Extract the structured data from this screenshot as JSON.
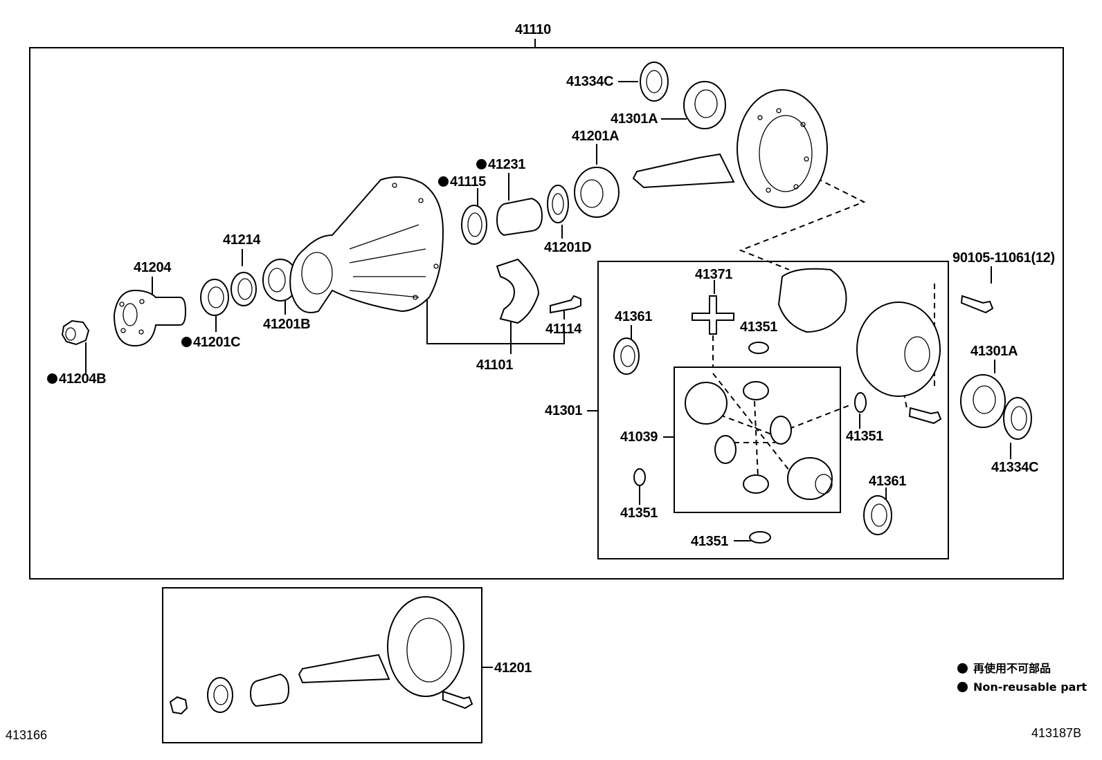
{
  "diagram": {
    "assembly_label": "41110",
    "differential_group_label": "41301",
    "drive_gear_kit_label": "41201",
    "figure_id_left": "413166",
    "figure_id_right": "413187B",
    "legend": {
      "non_reusable_jp": "再使用不可部品",
      "non_reusable_en": "Non-reusable part"
    },
    "labels": {
      "p41334c_top": "41334C",
      "p41301a_top": "41301A",
      "p41201a": "41201A",
      "p41231": "41231",
      "p41115": "41115",
      "p41201d": "41201D",
      "p41214": "41214",
      "p41204": "41204",
      "p41201b": "41201B",
      "p41201c": "41201C",
      "p41204b": "41204B",
      "p41114": "41114",
      "p41101": "41101",
      "p90105": "90105-11061(12)",
      "p41371": "41371",
      "p41361_left": "41361",
      "p41351_a": "41351",
      "p41039": "41039",
      "p41351_b": "41351",
      "p41351_c": "41351",
      "p41351_d": "41351",
      "p41361_right": "41361",
      "p41301a_right": "41301A",
      "p41334c_right": "41334C"
    }
  }
}
